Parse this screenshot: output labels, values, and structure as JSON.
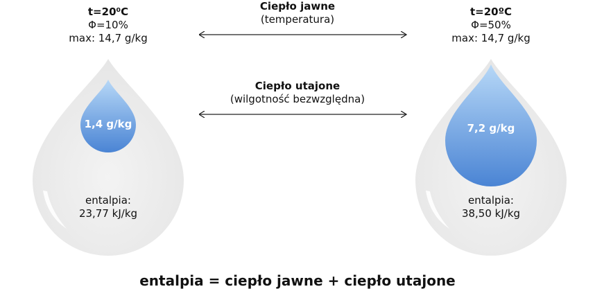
{
  "left": {
    "temp": "t=20⁰C",
    "phi": "Φ=10%",
    "max": "max: 14,7 g/kg",
    "inner": "1,4 g/kg",
    "enth_label": "entalpia:",
    "enth_value": "23,77 kJ/kg"
  },
  "right": {
    "temp": "t=20ºC",
    "phi": "Φ=50%",
    "max": "max: 14,7 g/kg",
    "inner": "7,2 g/kg",
    "enth_label": "entalpia:",
    "enth_value": "38,50 kJ/kg"
  },
  "arrows": {
    "sensible_title": "Ciepło jawne",
    "sensible_sub": "(temperatura)",
    "latent_title": "Ciepło utajone",
    "latent_sub": "(wilgotność bezwzględna)"
  },
  "formula": "entalpia = ciepło jawne + ciepło utajone",
  "colors": {
    "drop_outer": "#ececec",
    "drop_inner_top": "#a9cdf3",
    "drop_inner_bottom": "#4b86d6"
  }
}
